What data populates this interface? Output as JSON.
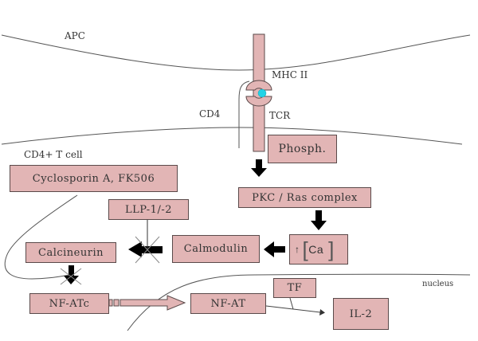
{
  "diagram": {
    "title": "T cell activation signaling pathway",
    "colors": {
      "box_fill": "#e2b5b5",
      "box_border": "#5a4a4a",
      "antigen": "#22d3e6",
      "arrow": "#000000",
      "membrane": "#555555"
    },
    "regions": {
      "apc": "APC",
      "tcell": "CD4+  T cell",
      "nucleus": "nucleus"
    },
    "receptors": {
      "mhc": "MHC II",
      "cd4": "CD4",
      "tcr": "TCR"
    },
    "nodes": {
      "phosph": "Phosph.",
      "cyclosporin": "Cyclosporin A, FK506",
      "pkc_ras": "PKC / Ras complex",
      "llp": "LLP-1/-2",
      "calcineurin": "Calcineurin",
      "calmodulin": "Calmodulin",
      "ca_up_arrow": "↑",
      "ca": "Ca",
      "nfatc": "NF-ATc",
      "nfat": "NF-AT",
      "tf": "TF",
      "il2": "IL-2"
    },
    "edges": [
      {
        "from": "phosph",
        "to": "pkc_ras",
        "type": "activation"
      },
      {
        "from": "pkc_ras",
        "to": "ca",
        "type": "activation"
      },
      {
        "from": "ca",
        "to": "calmodulin",
        "type": "activation"
      },
      {
        "from": "calmodulin",
        "to": "calcineurin",
        "type": "activation-inhibited",
        "inhibitor": "llp"
      },
      {
        "from": "calcineurin",
        "to": "nfatc",
        "type": "activation-inhibited",
        "inhibitor": "cyclosporin"
      },
      {
        "from": "nfatc",
        "to": "nfat",
        "type": "translocation"
      },
      {
        "from": "nfat",
        "to": "il2",
        "type": "transcription",
        "cofactor": "tf"
      }
    ]
  }
}
